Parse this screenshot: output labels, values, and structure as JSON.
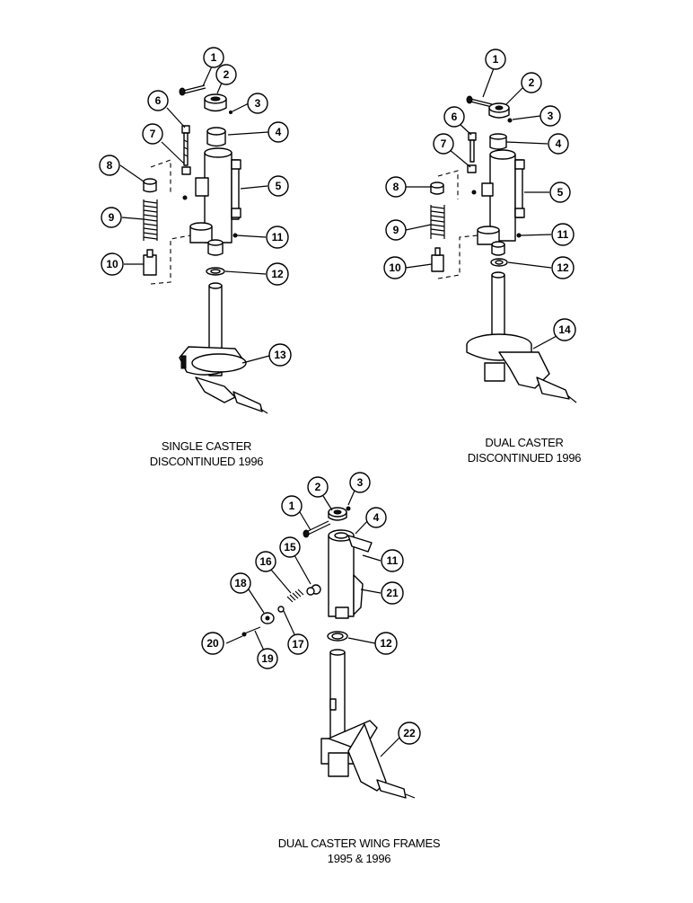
{
  "captions": {
    "single": {
      "line1": "SINGLE CASTER",
      "line2": "DISCONTINUED 1996"
    },
    "dual": {
      "line1": "DUAL CASTER",
      "line2": "DISCONTINUED 1996"
    },
    "wing": {
      "line1": "DUAL CASTER WING FRAMES",
      "line2": "1995  & 1996"
    }
  },
  "callouts": {
    "single": [
      "1",
      "2",
      "3",
      "4",
      "5",
      "6",
      "7",
      "8",
      "9",
      "10",
      "11",
      "12",
      "13"
    ],
    "dual": [
      "1",
      "2",
      "3",
      "4",
      "5",
      "6",
      "7",
      "8",
      "9",
      "10",
      "11",
      "12",
      "14"
    ],
    "wing": [
      "1",
      "2",
      "3",
      "4",
      "11",
      "15",
      "16",
      "17",
      "18",
      "19",
      "20",
      "21",
      "12",
      "22"
    ]
  }
}
